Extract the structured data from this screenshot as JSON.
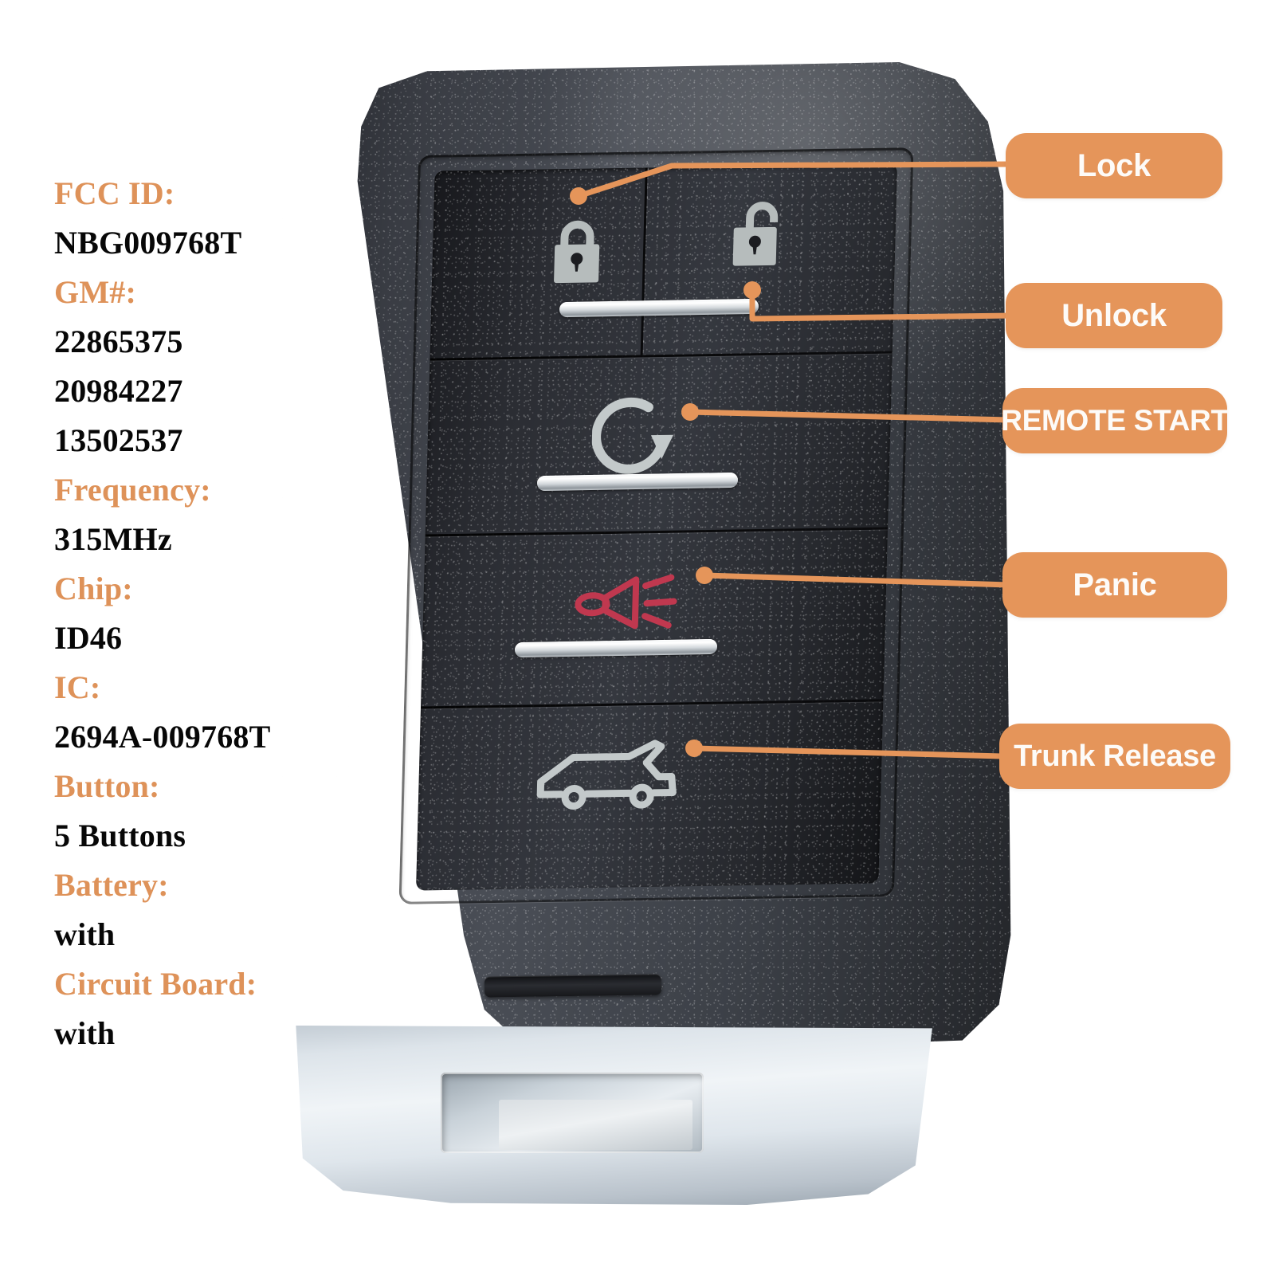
{
  "specs": [
    {
      "label": "FCC ID:",
      "value": "NBG009768T"
    },
    {
      "label": "GM#:",
      "value": "22865375"
    },
    {
      "label": "",
      "value": "20984227"
    },
    {
      "label": "",
      "value": "13502537"
    },
    {
      "label": "Frequency:",
      "value": "315MHz"
    },
    {
      "label": "Chip:",
      "value": "ID46"
    },
    {
      "label": "IC:",
      "value": "2694A-009768T"
    },
    {
      "label": "Button:",
      "value": "5 Buttons"
    },
    {
      "label": "Battery:",
      "value": "with"
    },
    {
      "label": "Circuit Board:",
      "value": "with"
    }
  ],
  "callouts": [
    {
      "label": "Lock",
      "icon": "padlock-closed-icon"
    },
    {
      "label": "Unlock",
      "icon": "padlock-open-icon"
    },
    {
      "label": "REMOTE START",
      "icon": "circular-arrow-icon"
    },
    {
      "label": "Panic",
      "icon": "horn-icon"
    },
    {
      "label": "Trunk Release",
      "icon": "car-hatch-icon"
    }
  ],
  "colors": {
    "accent_orange": "#E5955A",
    "heading_orange": "#DE9259",
    "value_black": "#070707",
    "icon_gray": "#B6BCBC",
    "panic_red": "#C0384F",
    "callout_text": "#FDFBF8"
  },
  "product": {
    "button_count": 5,
    "icons": [
      "padlock-closed-icon",
      "padlock-open-icon",
      "circular-arrow-icon",
      "horn-icon",
      "car-hatch-icon"
    ]
  }
}
